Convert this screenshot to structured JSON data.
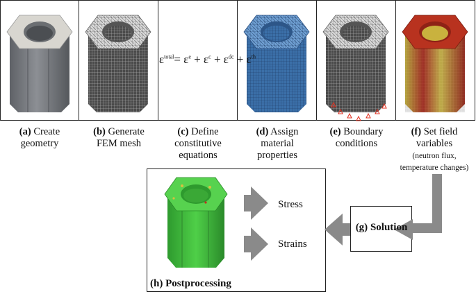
{
  "steps": [
    {
      "letter": "(a)",
      "line1": "Create",
      "line2": "geometry"
    },
    {
      "letter": "(b)",
      "line1": "Generate",
      "line2": "FEM mesh"
    },
    {
      "letter": "(c)",
      "line1": "Define",
      "line2": "constitutive",
      "line3": "equations"
    },
    {
      "letter": "(d)",
      "line1": "Assign",
      "line2": "material",
      "line3": "properties"
    },
    {
      "letter": "(e)",
      "line1": "Boundary",
      "line2": "conditions"
    },
    {
      "letter": "(f)",
      "line1": "Set field",
      "line2": "variables",
      "sub1": "(neutron flux,",
      "sub2": "temperature changes)"
    }
  ],
  "equation": {
    "lhs": "ε",
    "lhs_sup": "total",
    "equals": "=",
    "terms": [
      {
        "sym": "ε",
        "sup": "e"
      },
      {
        "sym": "ε",
        "sup": "c"
      },
      {
        "sym": "ε",
        "sup": "dc"
      },
      {
        "sym": "ε",
        "sup": "th"
      }
    ],
    "plus": "+"
  },
  "solution": {
    "letter": "(g)",
    "label": "Solution"
  },
  "postprocessing": {
    "letter": "(h)",
    "label": "Postprocessing",
    "outputs": [
      "Stress",
      "Strains"
    ]
  },
  "colors": {
    "geometry_gray": "#7a7d82",
    "mesh_dark": "#3a3a3a",
    "material_blue": "#3b6fa8",
    "field_red": "#b02a1e",
    "field_yellow": "#c8b43a",
    "post_green": "#3fbf3a",
    "arrow_gray": "#8a8a8a",
    "boundary_red": "#e03020"
  }
}
